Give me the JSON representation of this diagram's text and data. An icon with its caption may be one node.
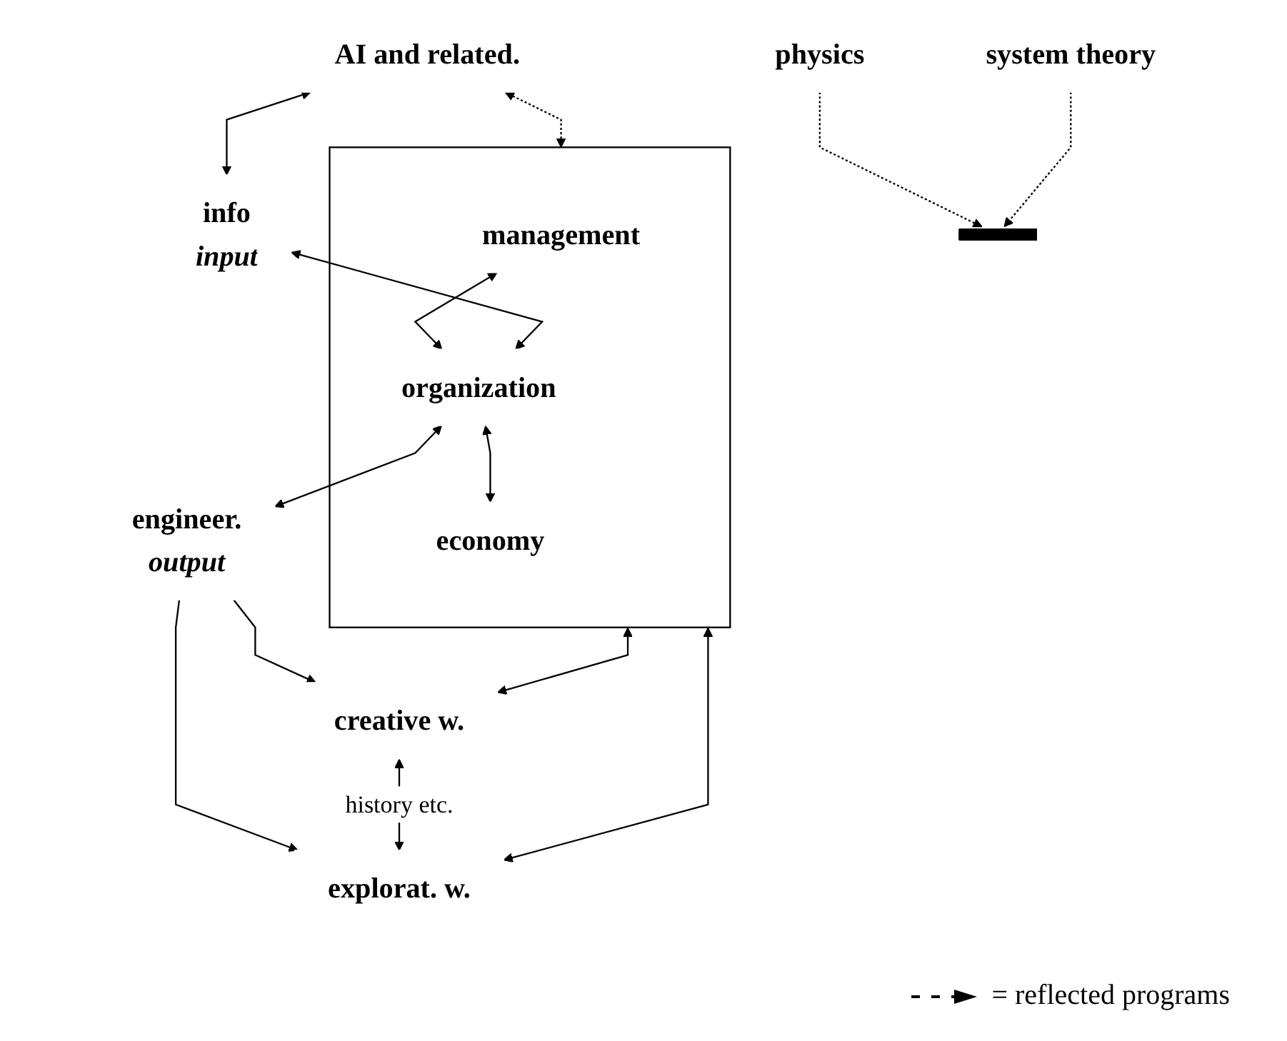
{
  "diagram": {
    "nodes": [
      {
        "text": [
          "AI and related."
        ]
      },
      {
        "text": [],
        "shape": "box"
      },
      {
        "text": [
          "management"
        ],
        "in": 1
      },
      {
        "text": [
          "organization"
        ],
        "in": 1
      },
      {
        "text": [
          "economy"
        ],
        "in": 1
      },
      {
        "text": [
          "info",
          "input"
        ]
      },
      {
        "text": [
          "engineer.",
          "output"
        ]
      },
      {
        "text": [
          "creative w."
        ]
      },
      {
        "text": [
          "explorat. w."
        ]
      },
      {
        "text": [],
        "shape": "bar"
      },
      {
        "text": [
          "physics"
        ]
      },
      {
        "text": [
          "system theory"
        ]
      }
    ],
    "edges": [
      {
        "from": 0,
        "to": 5,
        "arrow": "both"
      },
      {
        "from": 0,
        "to": 1,
        "arrow": "both",
        "style": "dashed"
      },
      {
        "from": 2,
        "to": 3,
        "arrow": "both"
      },
      {
        "from": 3,
        "to": 4,
        "arrow": "both"
      },
      {
        "from": 5,
        "to": 3,
        "arrow": "both"
      },
      {
        "from": 3,
        "to": 6,
        "arrow": "both"
      },
      {
        "from": 1,
        "to": 7,
        "arrow": "both"
      },
      {
        "from": 6,
        "to": 7,
        "arrow": "to"
      },
      {
        "from": 6,
        "to": 8,
        "arrow": "to"
      },
      {
        "from": 1,
        "to": 8,
        "arrow": "both"
      },
      {
        "from": 7,
        "to": 8,
        "arrow": "both",
        "label": "history etc."
      },
      {
        "from": 10,
        "to": 9,
        "arrow": "to",
        "style": "dashed"
      },
      {
        "from": 11,
        "to": 9,
        "arrow": "to",
        "style": "dashed"
      }
    ],
    "legend": [
      {
        "text": "= reflected programs"
      }
    ]
  }
}
